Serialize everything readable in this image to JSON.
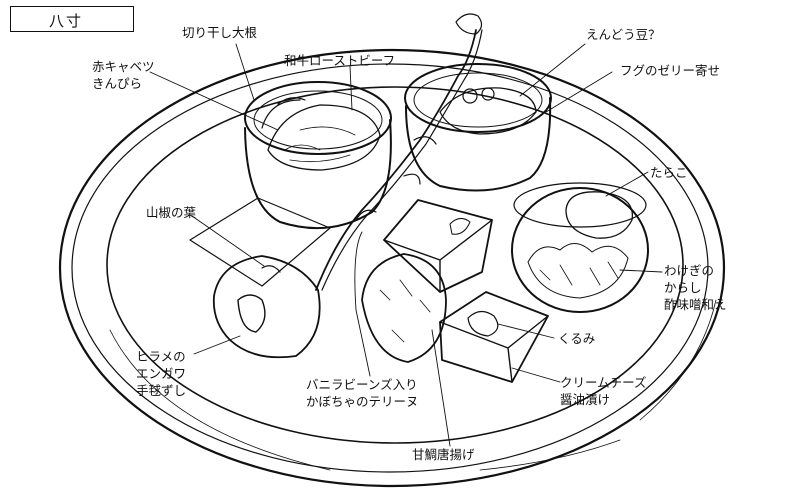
{
  "title": "八寸",
  "labels": {
    "kiriboshi": "切り干し大根",
    "akakyabetsu_1": "赤キャベツ",
    "akakyabetsu_2": "きんぴら",
    "wagyu": "和牛ローストビーフ",
    "endou": "えんどう豆？",
    "fugu": "フグのゼリー寄せ",
    "tarako": "たらこ",
    "sansho": "山椒の葉",
    "wakegi_1": "わけぎの",
    "wakegi_2": "からし",
    "wakegi_3": "酢味噌和え",
    "kurumi": "くるみ",
    "hirame_1": "ヒラメの",
    "hirame_2": "エンガワ",
    "hirame_3": "手毬ずし",
    "vanilla_1": "バニラビーンズ入り",
    "vanilla_2": "かぼちゃのテリーヌ",
    "cream_1": "クリームチーズ",
    "cream_2": "醤油漬け",
    "amadai": "甘鯛唐揚げ"
  }
}
